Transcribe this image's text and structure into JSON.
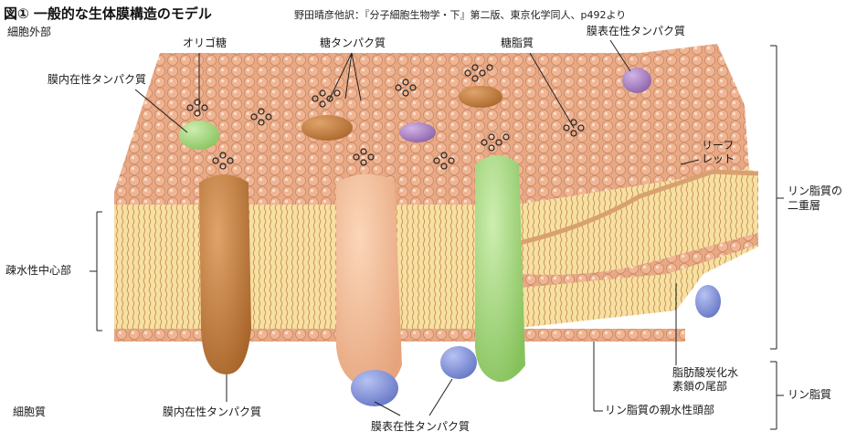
{
  "header": {
    "title": "図① 一般的な生体膜構造のモデル",
    "source": "野田晴彦他訳：『分子細胞生物学・下』第二版、東京化学同人、p492より"
  },
  "labels": {
    "outside": "細胞外部",
    "oligosaccharide": "オリゴ糖",
    "glycoprotein": "糖タンパク質",
    "glycolipid": "糖脂質",
    "peripheral_top": "膜表在性タンパク質",
    "integral_top": "膜内在性タンパク質",
    "leaflet_1": "リーフ",
    "leaflet_2": "レット",
    "bilayer_1": "リン脂質の",
    "bilayer_2": "二重層",
    "hydrophobic": "疎水性中心部",
    "tail_1": "脂肪酸炭化水",
    "tail_2": "素鎖の尾部",
    "phospholipid": "リン脂質",
    "cytoplasm": "細胞質",
    "integral_bottom": "膜内在性タンパク質",
    "hydrophilic_head": "リン脂質の親水性頭部",
    "peripheral_bottom": "膜表在性タンパク質"
  },
  "colors": {
    "head": "#e8a27a",
    "tail": "#f3d98a",
    "protein_brown": "#c07a3a",
    "protein_peach": "#f0b893",
    "protein_green": "#a8d884",
    "peripheral_purple": "#a27bbd",
    "peripheral_blue": "#7d8fd3",
    "line": "#222222"
  }
}
